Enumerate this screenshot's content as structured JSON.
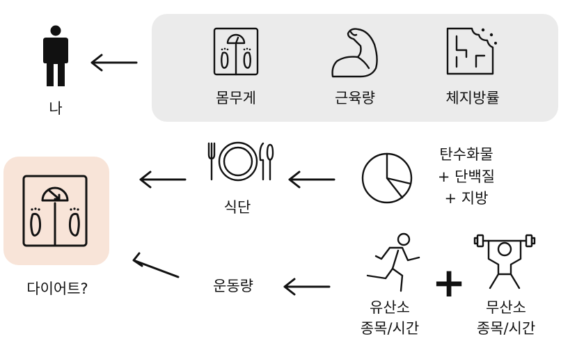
{
  "me": {
    "label": "나"
  },
  "body_metrics": {
    "items": [
      {
        "icon": "bathroom-scale-icon",
        "label": "몸무게"
      },
      {
        "icon": "flexed-arm-icon",
        "label": "근육량"
      },
      {
        "icon": "body-fat-icon",
        "label": "체지방률"
      }
    ]
  },
  "diet": {
    "label": "식단",
    "icon": "plate-cutlery-icon",
    "macros_icon": "pie-chart-icon",
    "macros_lines": [
      "탄수화물",
      "+ 단백질",
      "+ 지방"
    ]
  },
  "exercise": {
    "label": "운동량",
    "aerobic": {
      "icon": "running-person-icon",
      "lines": [
        "유산소",
        "종목/시간"
      ]
    },
    "plus": "+",
    "anaerobic": {
      "icon": "weightlifter-icon",
      "lines": [
        "무산소",
        "종목/시간"
      ]
    }
  },
  "goal": {
    "label": "다이어트?",
    "icon": "scale-decrease-icon",
    "box_color": "#f8e4d8"
  },
  "colors": {
    "panel": "#ebebeb",
    "ink": "#111111"
  }
}
